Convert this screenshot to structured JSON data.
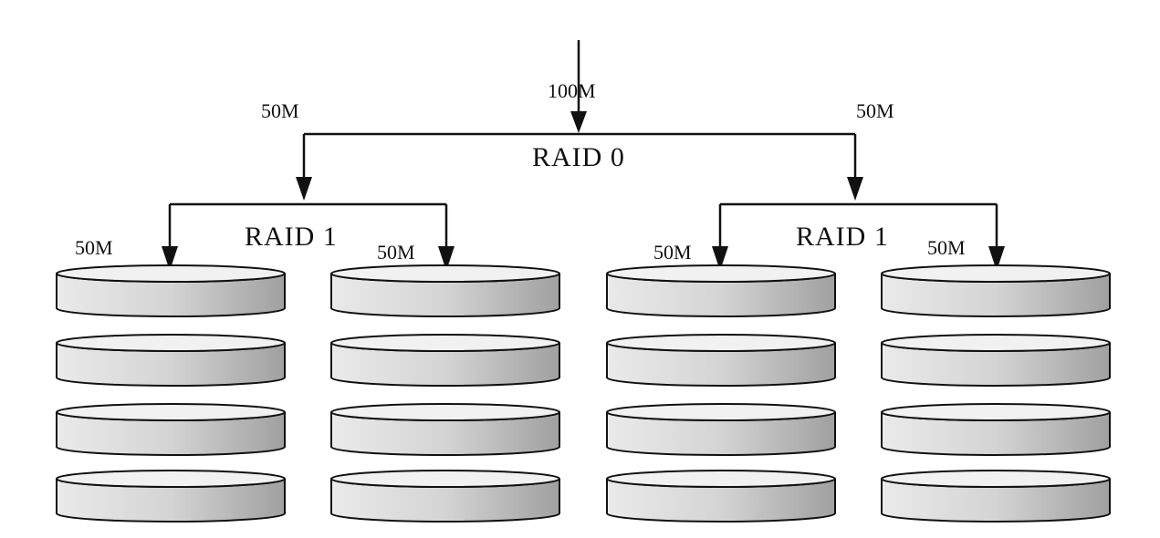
{
  "input": {
    "label": "100M"
  },
  "raid0": {
    "label": "RAID 0",
    "left_branch_label": "50M",
    "right_branch_label": "50M"
  },
  "raid1_groups": [
    {
      "label": "RAID 1",
      "members": [
        {
          "label": "50M",
          "disks": 4
        },
        {
          "label": "50M",
          "disks": 4
        }
      ]
    },
    {
      "label": "RAID 1",
      "members": [
        {
          "label": "50M",
          "disks": 4
        },
        {
          "label": "50M",
          "disks": 4
        }
      ]
    }
  ],
  "colors": {
    "line": "#111111",
    "disk_top": "#f1f1f1",
    "disk_side_light": "#e6e6e6",
    "disk_side_dark": "#9a9a9a"
  }
}
